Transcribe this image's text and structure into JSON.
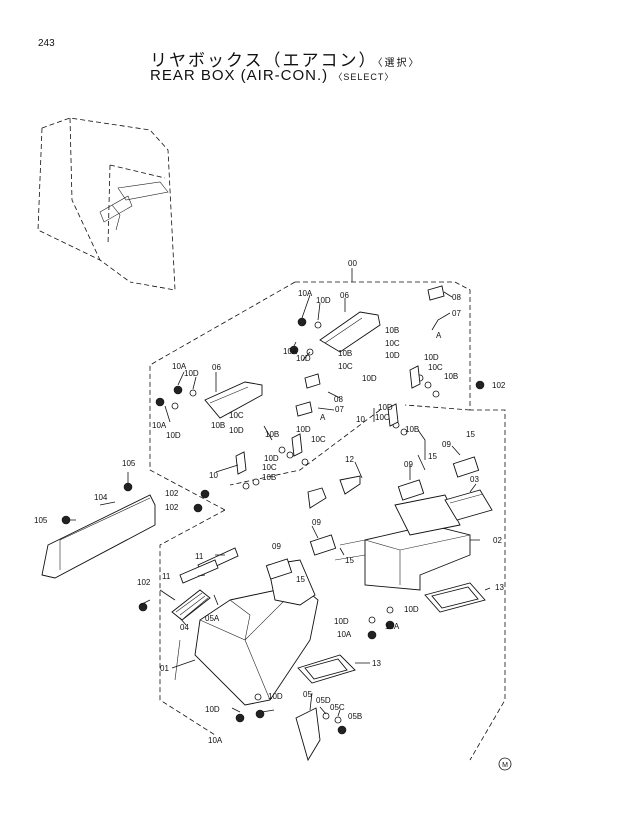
{
  "page_number": "243",
  "title_ja": "リヤボックス（エアコン）",
  "title_ja_note": "〈選択〉",
  "title_en": "REAR BOX (AIR-CON.)",
  "title_en_note": "〈SELECT〉",
  "callouts": [
    {
      "id": "00",
      "text": "00"
    },
    {
      "id": "01",
      "text": "01"
    },
    {
      "id": "02",
      "text": "02"
    },
    {
      "id": "03",
      "text": "03"
    },
    {
      "id": "04",
      "text": "04"
    },
    {
      "id": "05",
      "text": "05"
    },
    {
      "id": "05a",
      "text": "05A"
    },
    {
      "id": "05b",
      "text": "05B"
    },
    {
      "id": "05c",
      "text": "05C"
    },
    {
      "id": "05d",
      "text": "05D"
    },
    {
      "id": "06",
      "text": "06"
    },
    {
      "id": "07",
      "text": "07"
    },
    {
      "id": "08",
      "text": "08"
    },
    {
      "id": "09",
      "text": "09"
    },
    {
      "id": "10",
      "text": "10"
    },
    {
      "id": "10a",
      "text": "10A"
    },
    {
      "id": "10b",
      "text": "10B"
    },
    {
      "id": "10c",
      "text": "10C"
    },
    {
      "id": "10d",
      "text": "10D"
    },
    {
      "id": "11",
      "text": "11"
    },
    {
      "id": "12",
      "text": "12"
    },
    {
      "id": "13",
      "text": "13"
    },
    {
      "id": "15",
      "text": "15"
    },
    {
      "id": "102",
      "text": "102"
    },
    {
      "id": "104",
      "text": "104"
    },
    {
      "id": "105",
      "text": "105"
    },
    {
      "id": "a",
      "text": "A"
    }
  ],
  "maker_mark": "M"
}
